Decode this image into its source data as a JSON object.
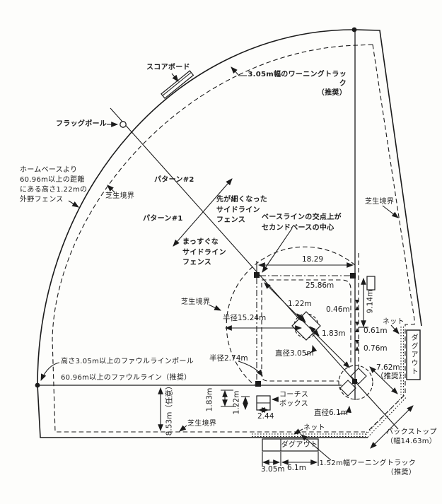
{
  "colors": {
    "ink": "#1b1b1b",
    "paper": "#fdfdfb"
  },
  "labels": {
    "scoreboard": "スコアボード",
    "flag_pole": "フラッグポール",
    "warning_track_top": "3.05m幅のワーニングトラック\n（推奨）",
    "outfield_fence": "ホームベースより\n60.96m以上の距離\nにある高さ1.22mの\n外野フェンス",
    "grass_boundary_upper_left": "芝生境界",
    "grass_boundary_mid_left": "芝生境界",
    "grass_boundary_right": "芝生境界",
    "grass_boundary_bottom": "芝生境界",
    "pattern2": "パターン#2",
    "pattern1": "パターン#1",
    "tapered_fence": "先が細くなった\nサイドライン\nフェンス",
    "straight_fence": "まっすぐな\nサイドライン\nフェンス",
    "baseline_note": "ベースラインの交点上が\nセカンドベースの中心",
    "dim_18_29": "18.29",
    "dim_25_86": "25.86m",
    "dim_1_22": "1.22m",
    "dim_1_83": "1.83m",
    "dim_0_46": "0.46m",
    "dim_9_14": "9.14m",
    "dim_0_61": "0.61m",
    "dim_0_76": "0.76m",
    "net_right": "ネット",
    "net_bottom": "ネット",
    "dugout_right": "ダグアウト",
    "dugout_bottom": "ダグアウト",
    "dim_7_62": "7.62m\n（推奨）",
    "radius_15_24": "半径15.24m",
    "radius_2_74": "半径2.74m",
    "diameter_3_05": "直径3.05m",
    "diameter_6_1": "直径6.1m",
    "coach_box": "コーチス\nボックス",
    "dim_1_83_foul": "1.83m",
    "dim_1_22_foul": "1.22m",
    "dim_2_44": "2.44",
    "dim_3_05_dugout": "3.05m",
    "dim_6_1_dugout": "6.1m",
    "warning_track_bottom": "1.52m幅ワーニングトラック\n（推奨）",
    "backstop": "バックストップ\n（幅14.63m）",
    "foul_pole": "高さ3.05m以上のファウルラインポール",
    "foul_line": "60.96m以上のファウルライン（推奨）",
    "dim_8_53": "8.53m（任意）"
  }
}
